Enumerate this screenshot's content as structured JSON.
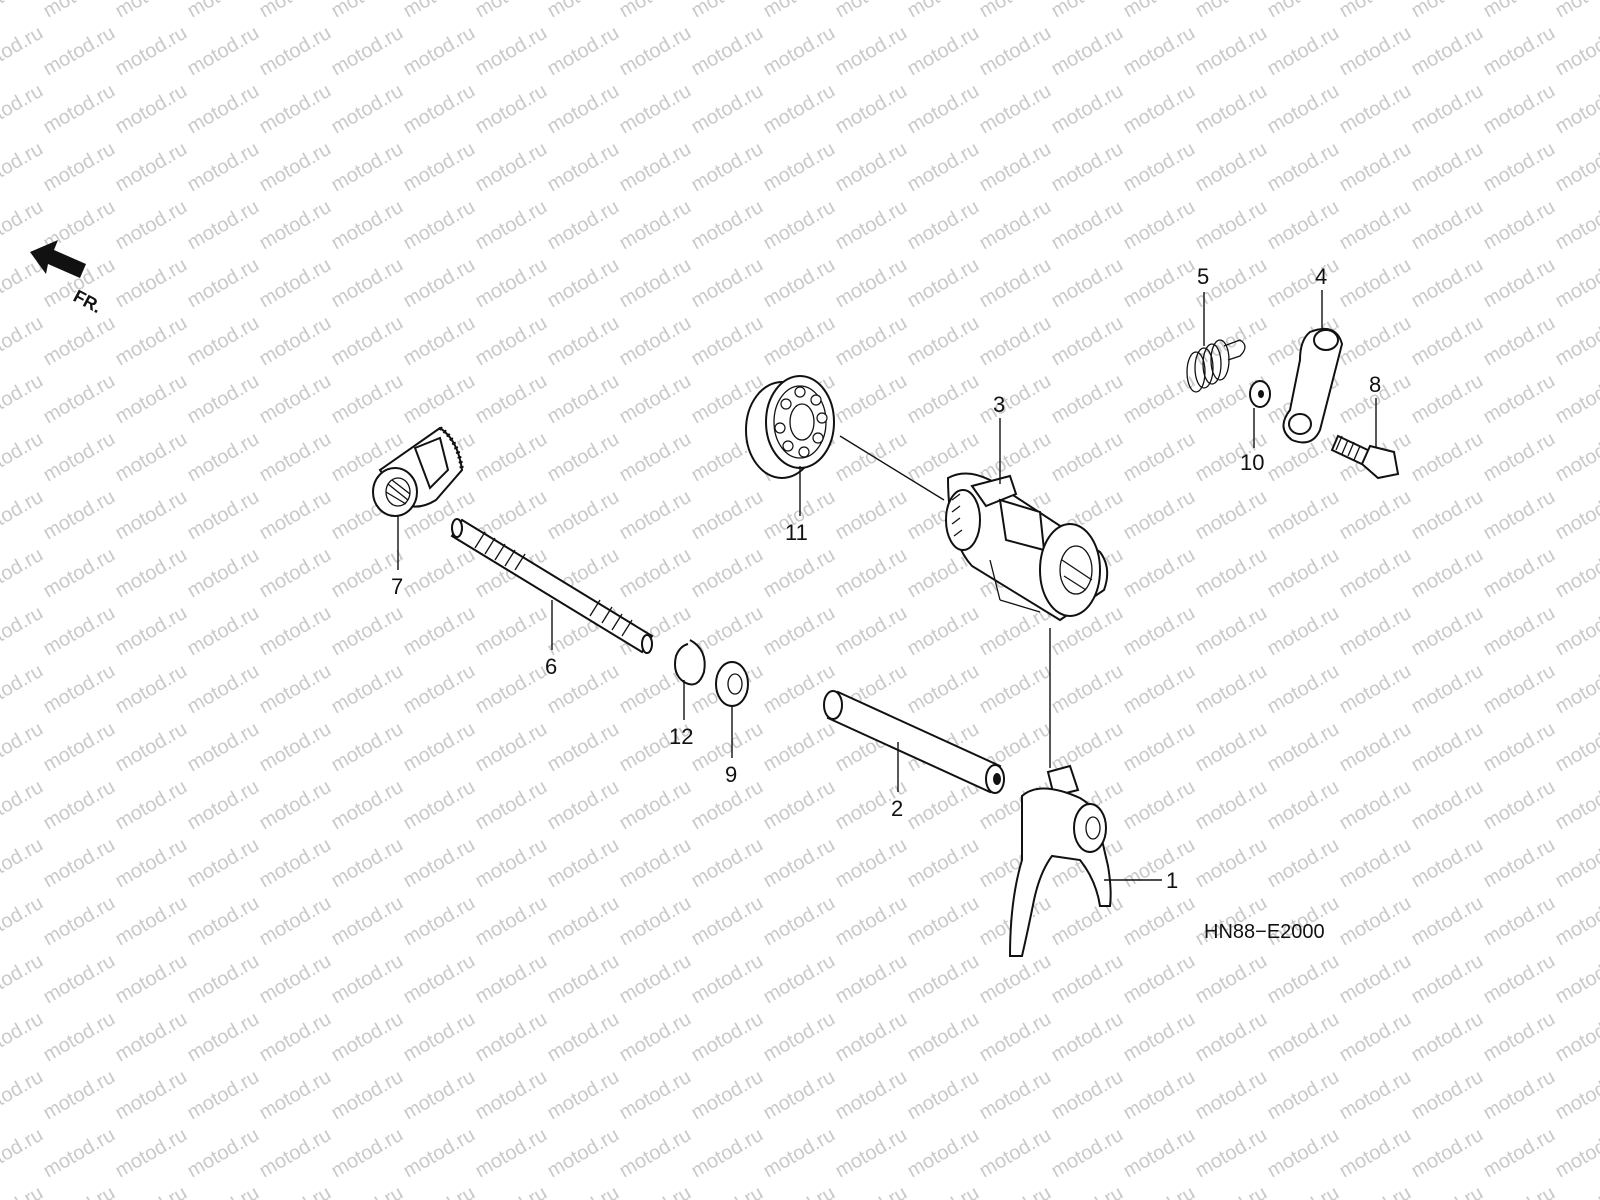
{
  "watermark": "motod.ru",
  "diagram_code": "HN88−E2000",
  "front_label": "FR.",
  "callouts": {
    "c1": "1",
    "c2": "2",
    "c3": "3",
    "c4": "4",
    "c5": "5",
    "c6": "6",
    "c7": "7",
    "c8": "8",
    "c9": "9",
    "c10": "10",
    "c11": "11",
    "c12": "12"
  }
}
